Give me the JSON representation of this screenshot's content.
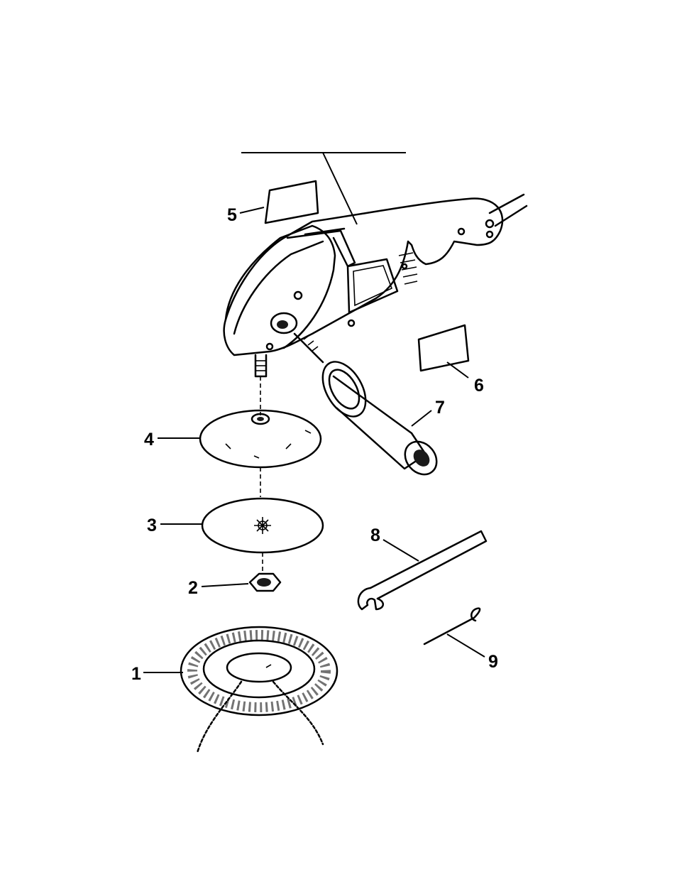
{
  "diagram": {
    "type": "exploded-parts-view",
    "callouts": [
      "1",
      "2",
      "3",
      "4",
      "5",
      "6",
      "7",
      "8",
      "9"
    ]
  }
}
